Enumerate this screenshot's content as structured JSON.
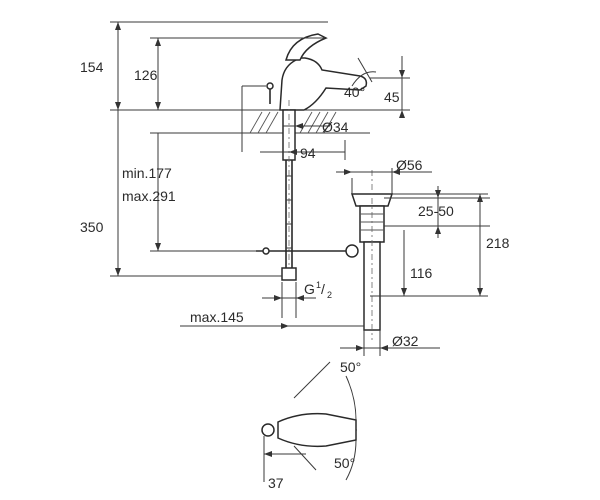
{
  "dimensions": {
    "total_height": "154",
    "body_height": "126",
    "spout_angle": "40°",
    "spout_height": "45",
    "hole_diameter": "Ø34",
    "reach": "94",
    "hose_min": "min.177",
    "hose_max": "max.291",
    "hose_length": "350",
    "waste_top_diameter": "Ø56",
    "deck_range": "25-50",
    "waste_height": "218",
    "waste_outlet": "116",
    "thread": "G",
    "thread_fraction_num": "1",
    "thread_fraction_den": "2",
    "hose_offset": "max.145",
    "waste_diameter": "Ø32",
    "lever_angle_top": "50°",
    "lever_angle_bottom": "50°",
    "lever_offset": "37"
  }
}
